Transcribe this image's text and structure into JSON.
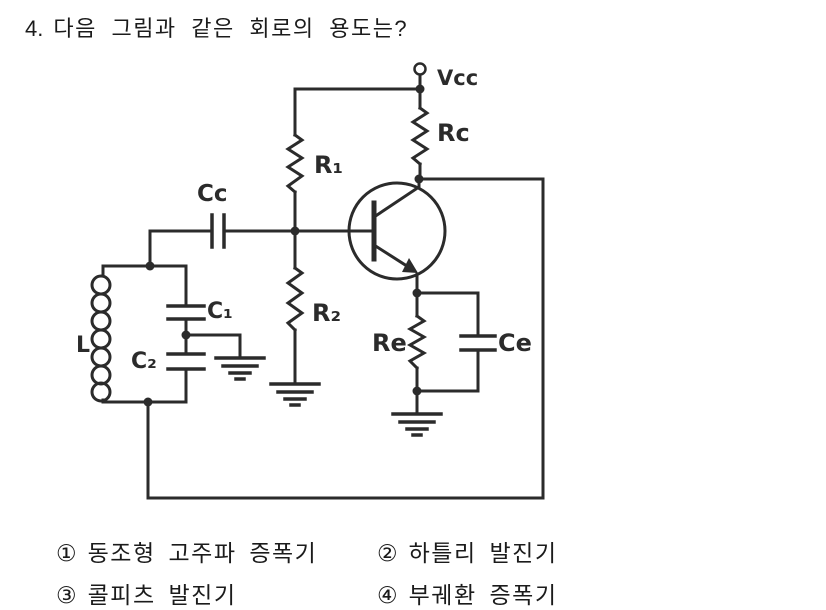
{
  "question": {
    "number": "4.",
    "text": "다음 그림과 같은 회로의 용도는?"
  },
  "circuit": {
    "labels": {
      "vcc": "Vcc",
      "rc": "Rc",
      "r1": "R₁",
      "r2": "R₂",
      "cc": "Cc",
      "c1": "C₁",
      "c2": "C₂",
      "l": "L",
      "re": "Re",
      "ce": "Ce"
    }
  },
  "options": [
    {
      "marker": "①",
      "label": "동조형 고주파 증폭기"
    },
    {
      "marker": "②",
      "label": "하틀리 발진기"
    },
    {
      "marker": "③",
      "label": "콜피츠 발진기"
    },
    {
      "marker": "④",
      "label": "부궤환 증폭기"
    }
  ]
}
